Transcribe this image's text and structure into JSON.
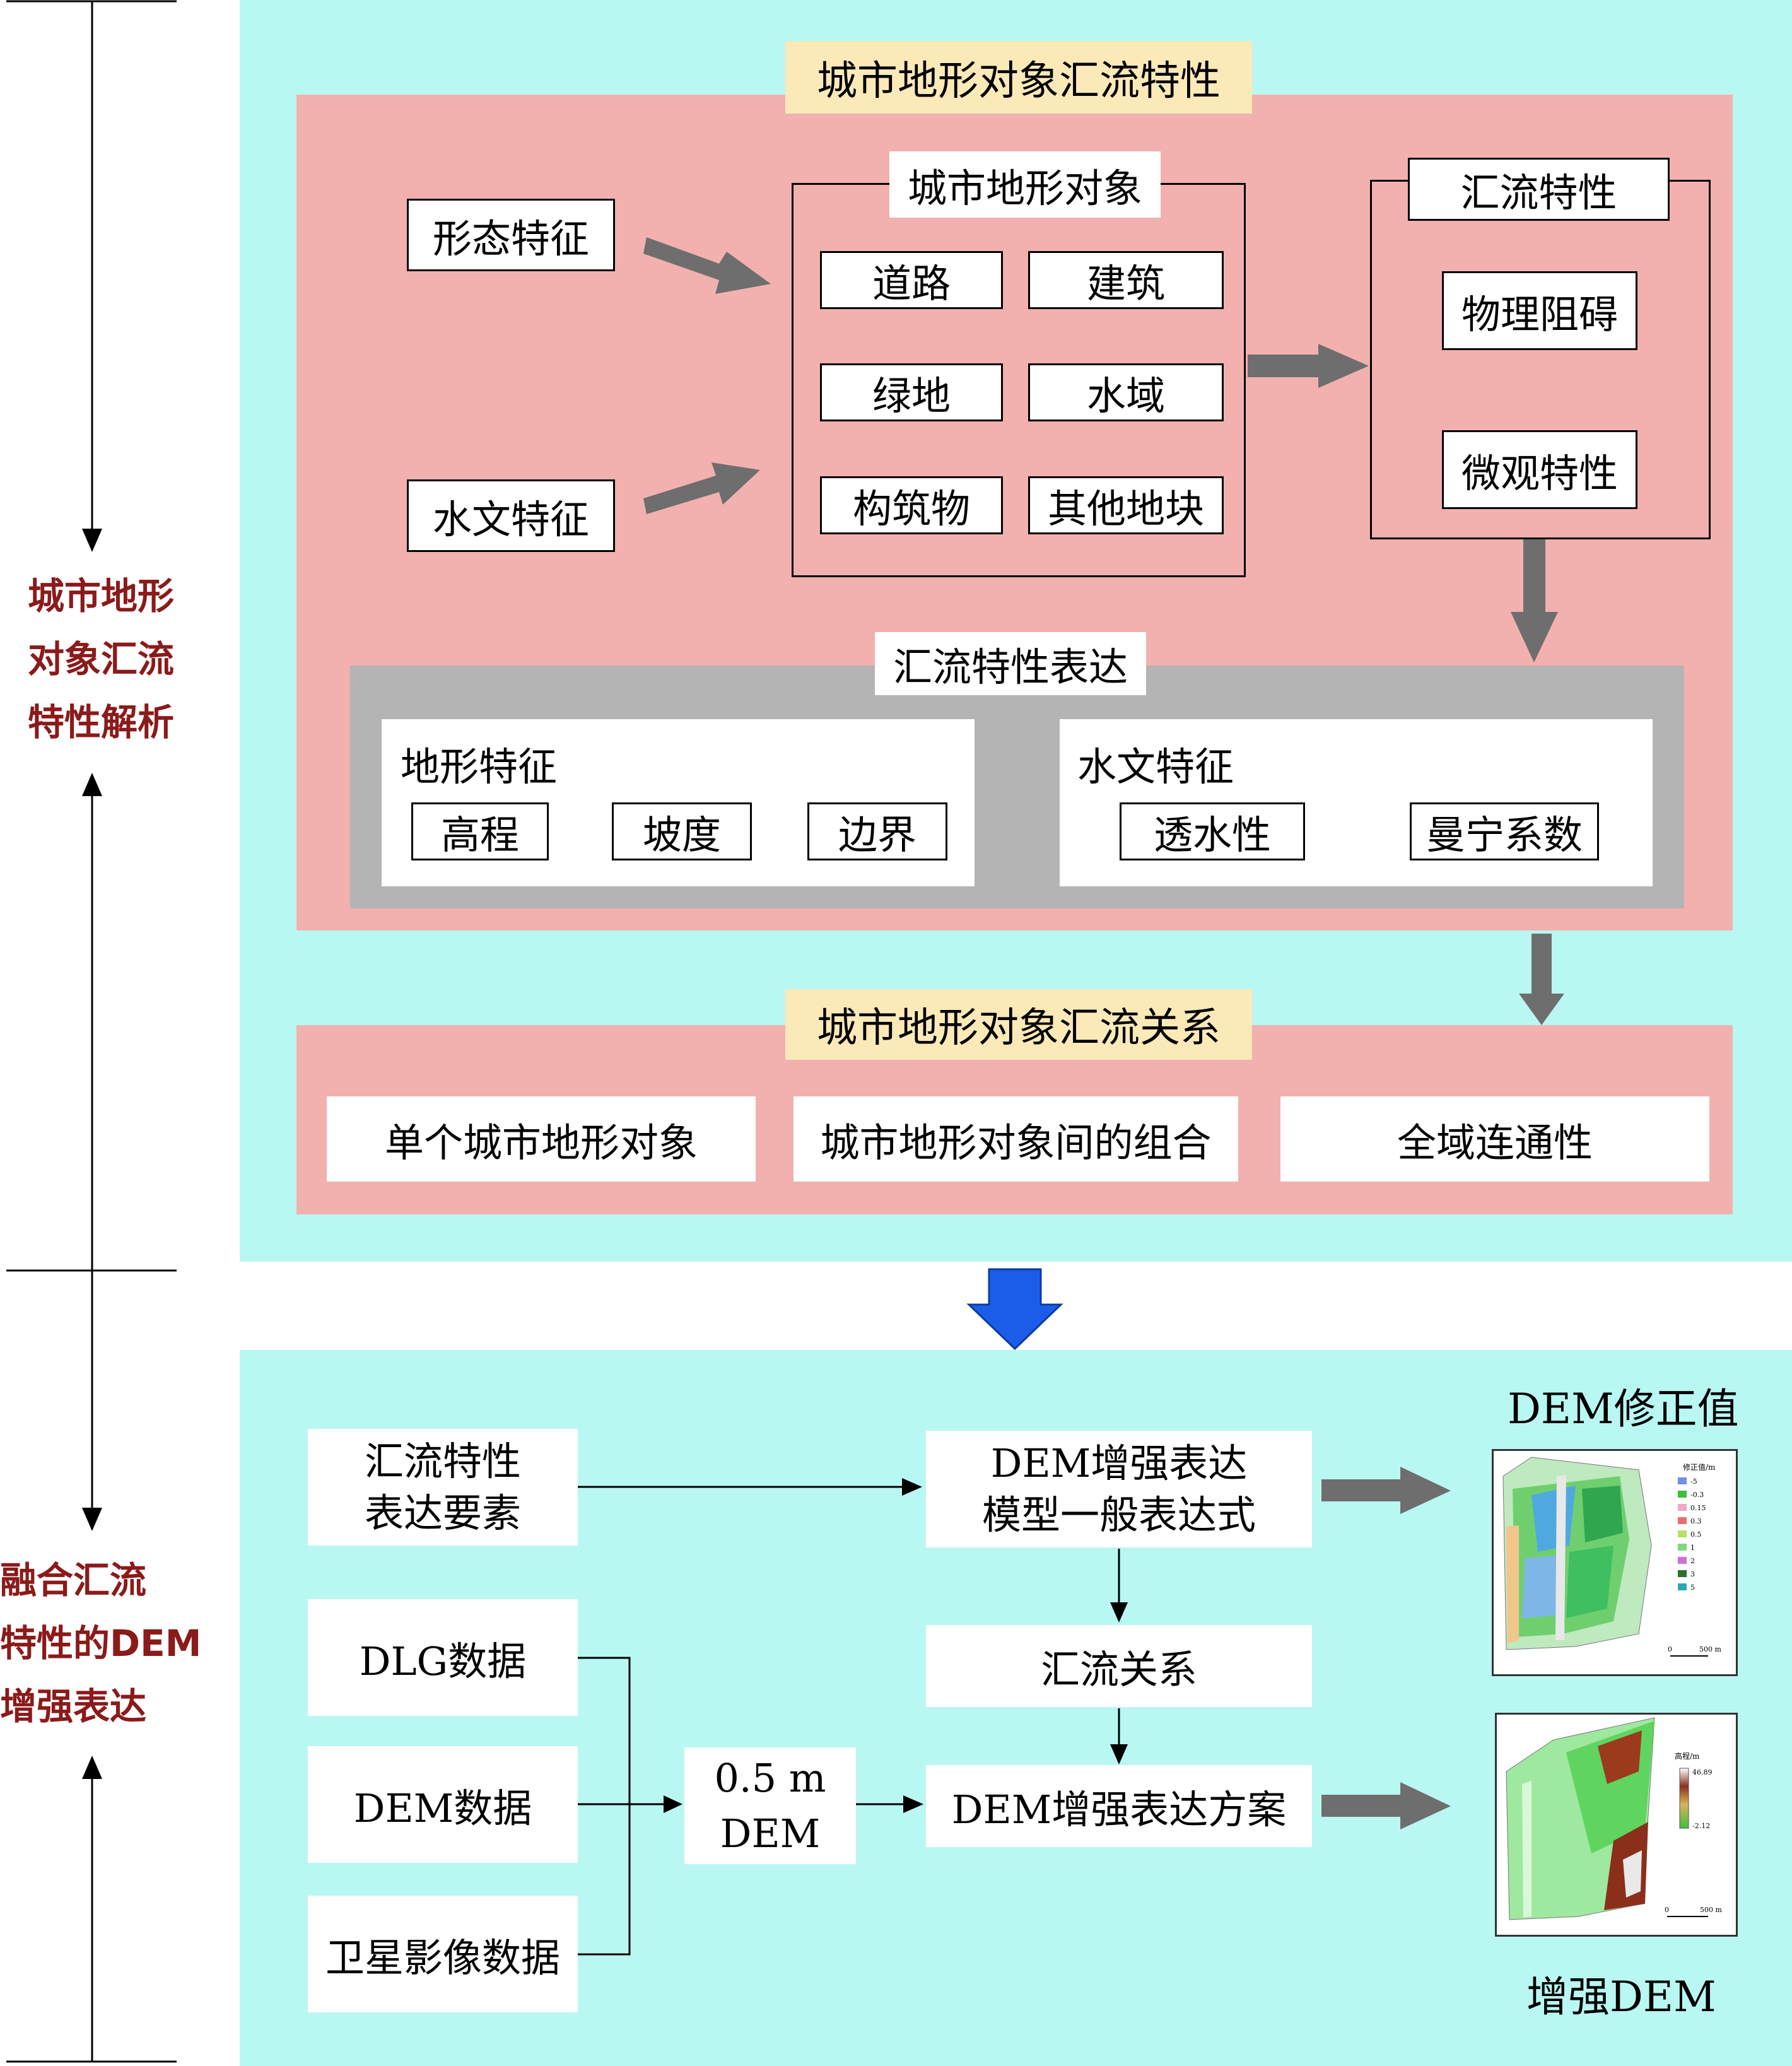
{
  "side": {
    "section1": [
      "城市地形",
      "对象汇流",
      "特性解析"
    ],
    "section2": [
      "融合汇流",
      "特性的DEM",
      "增强表达"
    ]
  },
  "top": {
    "title": "城市地形对象汇流特性",
    "morph_feature": "形态特征",
    "hydro_feature": "水文特征",
    "objects": {
      "title": "城市地形对象",
      "items": [
        "道路",
        "建筑",
        "绿地",
        "水域",
        "构筑物",
        "其他地块"
      ]
    },
    "confluence": {
      "title": "汇流特性",
      "items": [
        "物理阻碍",
        "微观特性"
      ]
    },
    "expression": {
      "title": "汇流特性表达",
      "terrain": {
        "title": "地形特征",
        "items": [
          "高程",
          "坡度",
          "边界"
        ]
      },
      "hydro": {
        "title": "水文特征",
        "items": [
          "透水性",
          "曼宁系数"
        ]
      }
    },
    "relation": {
      "title": "城市地形对象汇流关系",
      "items": [
        "单个城市地形对象",
        "城市地形对象间的组合",
        "全域连通性"
      ]
    }
  },
  "bottom": {
    "elements": [
      "汇流特性",
      "表达要素"
    ],
    "model": [
      "DEM增强表达",
      "模型一般表达式"
    ],
    "flow_relation": "汇流关系",
    "scheme": "DEM增强表达方案",
    "dlg": "DLG数据",
    "dem": "DEM数据",
    "satellite": "卫星影像数据",
    "dem05": [
      "0.5 m",
      "DEM"
    ],
    "correction_title": "DEM修正值",
    "enhanced_title": "增强DEM",
    "map1": {
      "legend_title": "修正值/m",
      "legend": [
        {
          "label": "-5",
          "color": "#6f8fe8"
        },
        {
          "label": "-0.3",
          "color": "#3cbf3c"
        },
        {
          "label": "0.15",
          "color": "#f2a6c8"
        },
        {
          "label": "0.3",
          "color": "#e86f6f"
        },
        {
          "label": "0.5",
          "color": "#b8e06a"
        },
        {
          "label": "1",
          "color": "#7fd97f"
        },
        {
          "label": "2",
          "color": "#d36fd3"
        },
        {
          "label": "3",
          "color": "#2c6f2c"
        },
        {
          "label": "5",
          "color": "#2aa7b8"
        }
      ],
      "scale": [
        "0",
        "500 m"
      ]
    },
    "map2": {
      "legend_title": "高程/m",
      "max": "46.89",
      "min": "-2.12",
      "scale": [
        "0",
        "500 m"
      ]
    }
  }
}
